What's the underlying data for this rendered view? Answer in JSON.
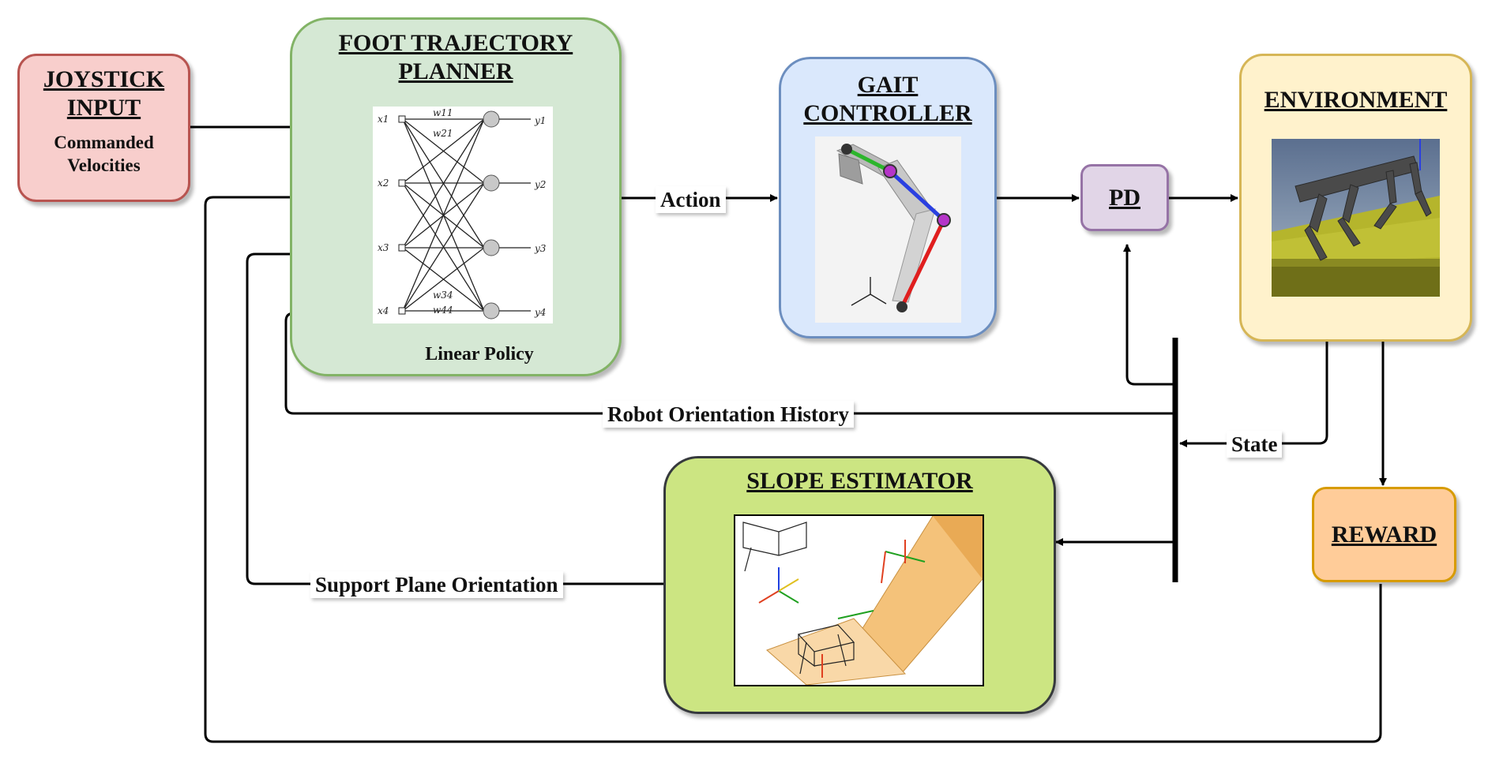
{
  "joystick": {
    "title_line1": "JOYSTICK",
    "title_line2": "INPUT",
    "sub_line1": "Commanded",
    "sub_line2": "Velocities",
    "fill": "#f8cecc",
    "stroke": "#b85450"
  },
  "planner": {
    "title_line1": "FOOT TRAJECTORY",
    "title_line2": "PLANNER",
    "caption": "Linear Policy",
    "fill": "#d5e8d4",
    "stroke": "#82b366",
    "inputs": [
      "x1",
      "x2",
      "x3",
      "x4"
    ],
    "outputs": [
      "y1",
      "y2",
      "y3",
      "y4"
    ],
    "weights": [
      "w11",
      "w21",
      "w34",
      "w44"
    ]
  },
  "gait": {
    "title_line1": "GAIT",
    "title_line2": "CONTROLLER",
    "fill": "#dae8fc",
    "stroke": "#6c8ebf"
  },
  "pd": {
    "title": "PD",
    "fill": "#e1d5e7",
    "stroke": "#9673a6"
  },
  "environment": {
    "title": "ENVIRONMENT",
    "fill": "#fff2cc",
    "stroke": "#d6b656"
  },
  "reward": {
    "title": "REWARD",
    "fill": "#ffcc99",
    "stroke": "#d79b00"
  },
  "slope": {
    "title": "SLOPE ESTIMATOR",
    "fill": "#cce582",
    "stroke": "#36393d"
  },
  "labels": {
    "action": "Action",
    "state": "State",
    "orientation_history": "Robot Orientation History",
    "support_plane": "Support Plane Orientation"
  }
}
